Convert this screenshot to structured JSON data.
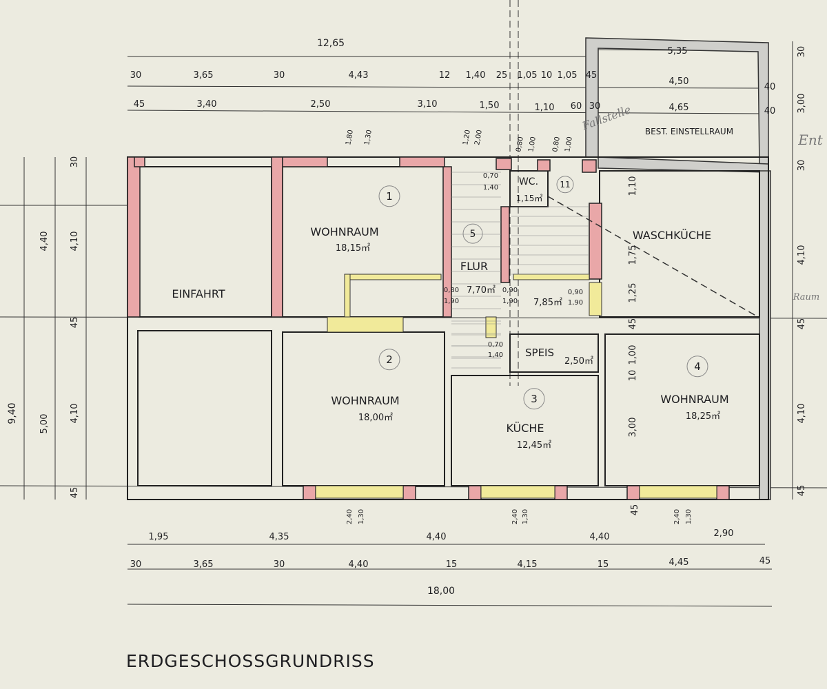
{
  "title": "ERDGESCHOSSGRUNDRISS",
  "rooms": {
    "einfahrt": {
      "name": "EINFAHRT"
    },
    "wohnraum1": {
      "name": "WOHNRAUM",
      "area": "18,15㎡",
      "number": "1"
    },
    "wohnraum2": {
      "name": "WOHNRAUM",
      "area": "18,00㎡",
      "number": "2"
    },
    "kueche": {
      "name": "KÜCHE",
      "area": "12,45㎡",
      "number": "3"
    },
    "wohnraum4": {
      "name": "WOHNRAUM",
      "area": "18,25㎡",
      "number": "4"
    },
    "flur": {
      "name": "FLUR",
      "area": "7,70㎡",
      "area2": "7,85㎡",
      "number": "5"
    },
    "wc": {
      "name": "WC.",
      "area": "1,15㎡",
      "number": "11"
    },
    "speis": {
      "name": "SPEIS",
      "area": "2,50㎡"
    },
    "waschkueche": {
      "name": "WASCHKÜCHE"
    },
    "einstellraum": {
      "name": "BEST. EINSTELLRAUM"
    }
  },
  "dims": {
    "top_total": "12,65",
    "top_storage": "5,35",
    "top_row1": [
      "30",
      "3,65",
      "30",
      "4,43",
      "12",
      "1,40",
      "25",
      "1,05",
      "10",
      "1,05",
      "45",
      "4,50",
      "40"
    ],
    "top_row2": [
      "45",
      "3,40",
      "2,50",
      "3,10",
      "1,50",
      "1,10",
      "60",
      "30",
      "4,65",
      "40"
    ],
    "openings_top": [
      "1,80",
      "1,30",
      "1,20",
      "2,00",
      "0,80",
      "1,00",
      "0,80",
      "1,00"
    ],
    "inner": [
      "0,70",
      "1,40",
      "0,80",
      "1,90",
      "0,90",
      "1,90",
      "0,90",
      "1,90",
      "0,70",
      "1,40"
    ],
    "right_inner": [
      "1,10",
      "1,75",
      "1,25",
      "45",
      "1,00",
      "10",
      "3,00",
      "45"
    ],
    "windows_bottom": [
      "2,40",
      "1,30",
      "2,40",
      "1,30",
      "2,40",
      "1,30"
    ],
    "bottom_row1": [
      "1,95",
      "4,35",
      "4,40",
      "4,40",
      "2,90"
    ],
    "bottom_row2": [
      "30",
      "3,65",
      "30",
      "4,40",
      "15",
      "4,15",
      "15",
      "4,45",
      "45"
    ],
    "bottom_total": "18,00",
    "left_total": "9,40",
    "left_mid": [
      "4,40",
      "5,00"
    ],
    "left_inner": [
      "30",
      "4,10",
      "45",
      "4,10",
      "45"
    ],
    "right": [
      "30",
      "3,00",
      "30",
      "4,10",
      "45",
      "4,10",
      "45"
    ]
  },
  "handwritten": [
    "Fallstelle",
    "Ent",
    "Raum"
  ]
}
